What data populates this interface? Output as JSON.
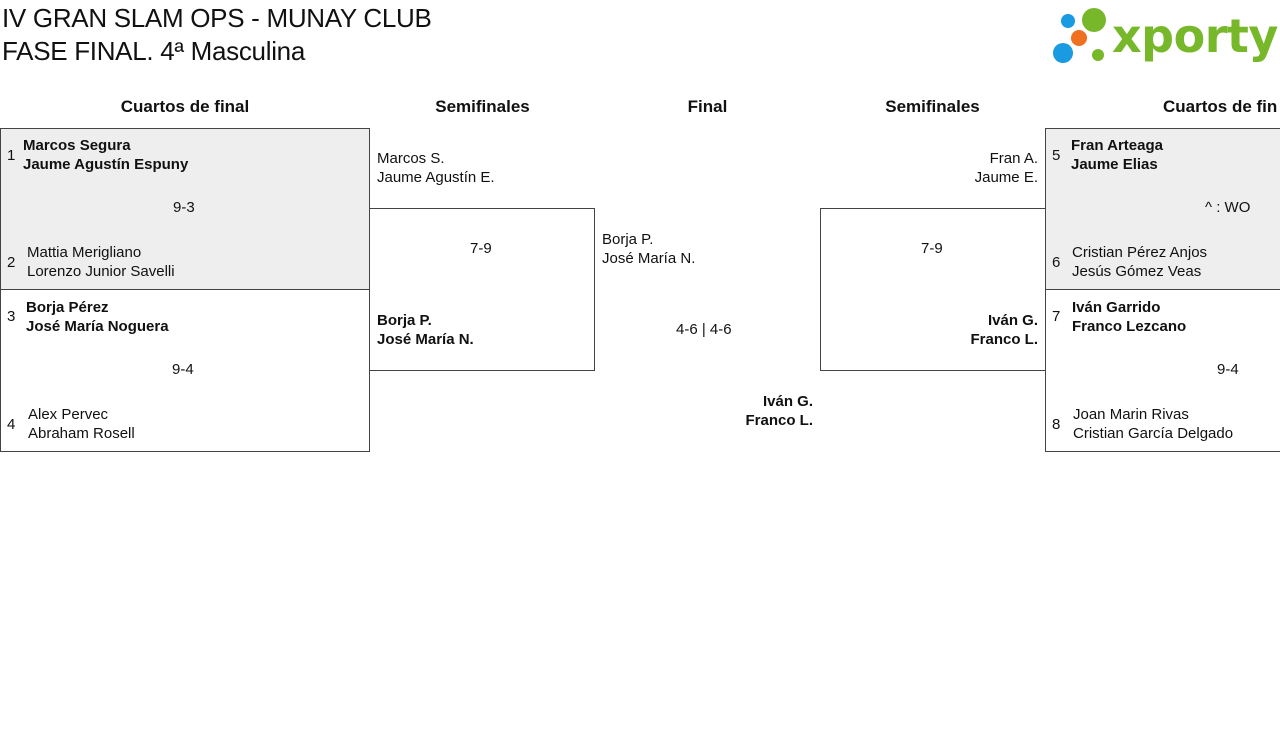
{
  "header": {
    "title_line1": "IV GRAN SLAM OPS - MUNAY CLUB",
    "title_line2": "FASE FINAL. 4ª Masculina",
    "logo_text": "xporty"
  },
  "rounds": {
    "left_quarters": "Cuartos de final",
    "left_semis": "Semifinales",
    "final": "Final",
    "right_semis": "Semifinales",
    "right_quarters": "Cuartos de fin"
  },
  "left_quarters": [
    {
      "top": {
        "seed": "1",
        "p1": "Marcos Segura",
        "p2": "Jaume Agustín Espuny"
      },
      "bottom": {
        "seed": "2",
        "p1": "Mattia Merigliano",
        "p2": "Lorenzo Junior Savelli"
      },
      "score": "9-3"
    },
    {
      "top": {
        "seed": "3",
        "p1": "Borja Pérez",
        "p2": "José María Noguera"
      },
      "bottom": {
        "seed": "4",
        "p1": "Alex Pervec",
        "p2": "Abraham Rosell"
      },
      "score": "9-4"
    }
  ],
  "right_quarters": [
    {
      "top": {
        "seed": "5",
        "p1": "Fran Arteaga",
        "p2": "Jaume Elias"
      },
      "bottom": {
        "seed": "6",
        "p1": "Cristian Pérez Anjos",
        "p2": "Jesús Gómez Veas"
      },
      "score": "^ : WO"
    },
    {
      "top": {
        "seed": "7",
        "p1": "Iván Garrido",
        "p2": "Franco Lezcano"
      },
      "bottom": {
        "seed": "8",
        "p1": "Joan Marin Rivas",
        "p2": "Cristian García Delgado"
      },
      "score": "9-4"
    }
  ],
  "left_semi": {
    "top": {
      "p1": "Marcos S.",
      "p2": "Jaume Agustín E."
    },
    "bottom": {
      "p1": "Borja P.",
      "p2": "José María N."
    },
    "score": "7-9"
  },
  "right_semi": {
    "top": {
      "p1": "Fran A.",
      "p2": "Jaume E."
    },
    "bottom": {
      "p1": "Iván G.",
      "p2": "Franco L."
    },
    "score": "7-9"
  },
  "final": {
    "top": {
      "p1": "Borja P.",
      "p2": "José María N."
    },
    "bottom": {
      "p1": "Iván G.",
      "p2": "Franco L."
    },
    "score": "4-6 | 4-6"
  }
}
